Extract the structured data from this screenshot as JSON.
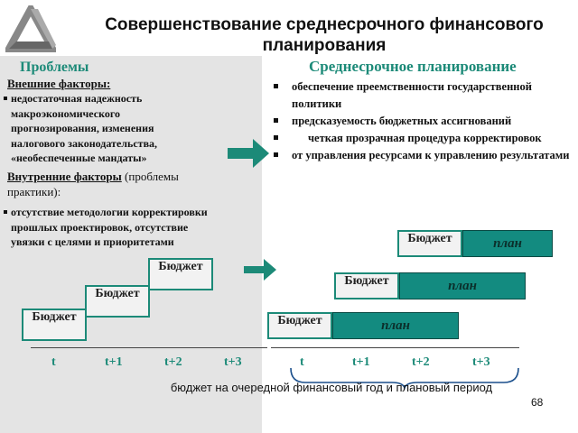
{
  "title": "Совершенствование среднесрочного финансового планирования",
  "left": {
    "heading": "Проблемы",
    "external_title": "Внешние факторы:",
    "external_items": [
      "недостаточная надежность макроэкономического прогнозирования, изменения налогового законодательства, «необеспеченные мандаты»"
    ],
    "internal_title": "Внутренние факторы",
    "internal_title_suffix": " (проблемы практики):",
    "internal_items": [
      "отсутствие методологии корректировки прошлых проектировок, отсутствие увязки с целями и приоритетами"
    ],
    "budget_box_label": "Бюджет",
    "axis_labels": [
      "t",
      "t+1",
      "t+2",
      "t+3"
    ]
  },
  "right": {
    "heading": "Среднесрочное планирование",
    "items": [
      "обеспечение преемственности государственной политики",
      "предсказуемость бюджетных ассигнований",
      "четкая прозрачная процедура корректировок",
      "от управления ресурсами к управлению результатами"
    ],
    "budget_box_label": "Бюджет",
    "plan_label": "план",
    "axis_labels": [
      "t",
      "t+1",
      "t+2",
      "t+3"
    ]
  },
  "footer_text": "бюджет на очередной финансовый год и плановый период",
  "page_number": "68",
  "colors": {
    "accent": "#1c8a78",
    "plan_fill": "#138b80",
    "panel": "#e4e4e4"
  }
}
